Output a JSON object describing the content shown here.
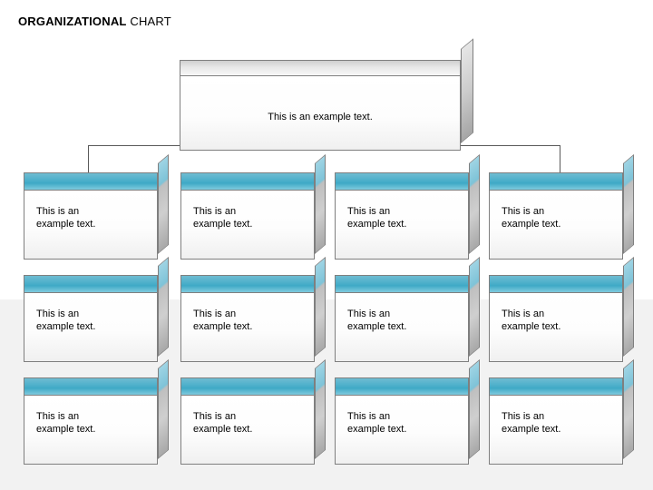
{
  "title": {
    "bold_part": "ORGANIZATIONAL",
    "rest_part": " CHART"
  },
  "colors": {
    "node_header_teal": "#4FB0CC",
    "node_body_white": "#FAFAFA",
    "connector_gray": "#595959",
    "background": "#FFFFFF",
    "background_band": "#F2F2F2"
  },
  "chart": {
    "type": "org-chart",
    "root": {
      "label": "This is an example text."
    },
    "columns": 4,
    "rows": 3,
    "nodes": [
      {
        "row": 1,
        "col": 1,
        "label": "This is an\nexample text."
      },
      {
        "row": 1,
        "col": 2,
        "label": "This is an\nexample text."
      },
      {
        "row": 1,
        "col": 3,
        "label": "This is an\nexample text."
      },
      {
        "row": 1,
        "col": 4,
        "label": "This is an\nexample text."
      },
      {
        "row": 2,
        "col": 1,
        "label": "This is an\nexample text."
      },
      {
        "row": 2,
        "col": 2,
        "label": "This is an\nexample text."
      },
      {
        "row": 2,
        "col": 3,
        "label": "This is an\nexample text."
      },
      {
        "row": 2,
        "col": 4,
        "label": "This is an\nexample text."
      },
      {
        "row": 3,
        "col": 1,
        "label": "This is an\nexample text."
      },
      {
        "row": 3,
        "col": 2,
        "label": "This is an\nexample text."
      },
      {
        "row": 3,
        "col": 3,
        "label": "This is an\nexample text."
      },
      {
        "row": 3,
        "col": 4,
        "label": "This is an\nexample text."
      }
    ]
  }
}
